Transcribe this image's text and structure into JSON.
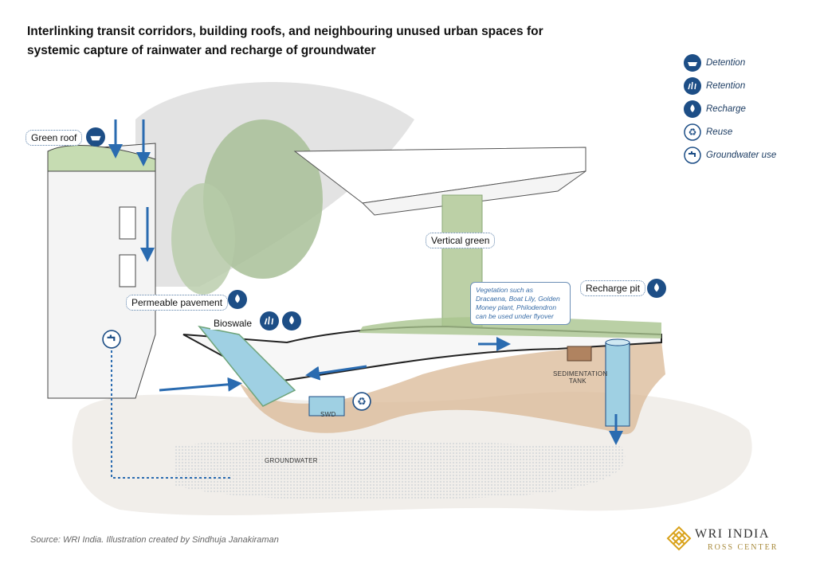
{
  "title": {
    "line1": "Interlinking transit corridors, building roofs, and neighbouring unused urban spaces for",
    "line2": "systemic capture of rainwater and recharge of groundwater"
  },
  "legend": [
    {
      "label": "Detention",
      "icon": "detention-icon"
    },
    {
      "label": "Retention",
      "icon": "retention-icon"
    },
    {
      "label": "Recharge",
      "icon": "recharge-icon"
    },
    {
      "label": "Reuse",
      "icon": "reuse-icon"
    },
    {
      "label": "Groundwater use",
      "icon": "groundwater-use-icon"
    }
  ],
  "labels": {
    "green_roof": "Green roof",
    "vertical_green": "Vertical green",
    "permeable_pavement": "Permeable pavement",
    "bioswale": "Bioswale",
    "recharge_pit": "Recharge pit",
    "swd": "SWD",
    "sedimentation_1": "SEDIMENTATION",
    "sedimentation_2": "TANK",
    "groundwater": "GROUNDWATER"
  },
  "note": "Vegetation such as Dracaena, Boat Lily, Golden Money plant, Philodendron can be used under flyover",
  "source": "Source: WRI India. Illustration created by Sindhuja Janakiraman",
  "brand": {
    "name": "WRI INDIA",
    "sub": "ROSS CENTER"
  },
  "colors": {
    "blue_dark": "#1d4e86",
    "water": "#9fd0e3",
    "soil": "#d9b896",
    "green": "#8fb27a"
  }
}
